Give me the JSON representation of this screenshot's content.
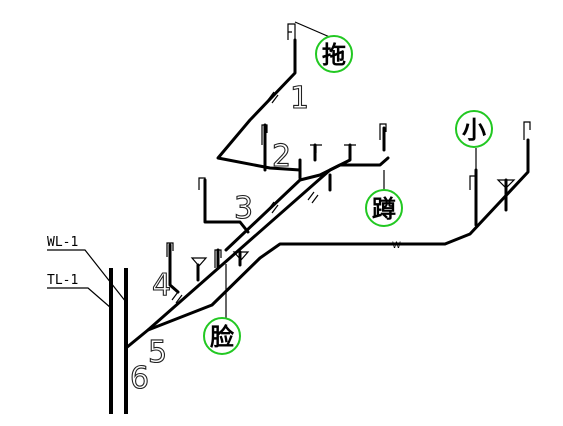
{
  "labels": {
    "wl": "WL-1",
    "tl": "TL-1"
  },
  "branch_numbers": [
    "1",
    "2",
    "3",
    "4",
    "5",
    "6"
  ],
  "fixtures": {
    "mop_sink": "拖",
    "squat_toilet": "蹲",
    "urinal": "小",
    "wash_basin": "脸"
  },
  "pipe_marks": {
    "w": "W"
  },
  "colors": {
    "pipe": "#000000",
    "fixture_circle": "#22c822",
    "background": "#ffffff"
  }
}
